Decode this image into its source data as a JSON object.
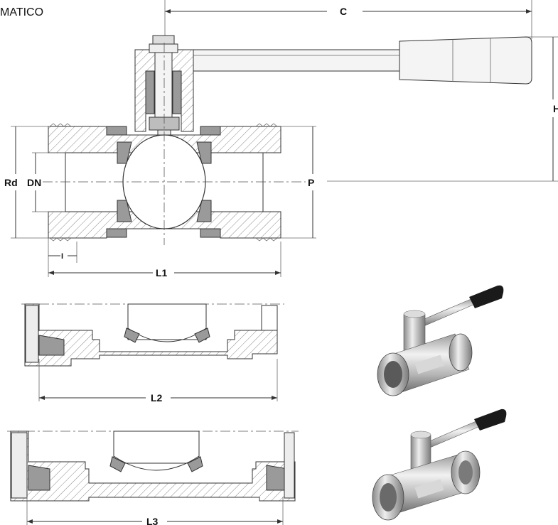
{
  "title_fragment": "MATICO",
  "labels": {
    "c": "C",
    "h": "H",
    "rd": "Rd",
    "dn": "DN",
    "p": "P",
    "i": "I",
    "l1": "L1",
    "l2": "L2",
    "l3": "L3"
  },
  "colors": {
    "line": "#333333",
    "hatch": "#8a8a8a",
    "seal": "#9a9a9a",
    "steel": "#c9c9c9",
    "grip": "#1a1a1a"
  }
}
